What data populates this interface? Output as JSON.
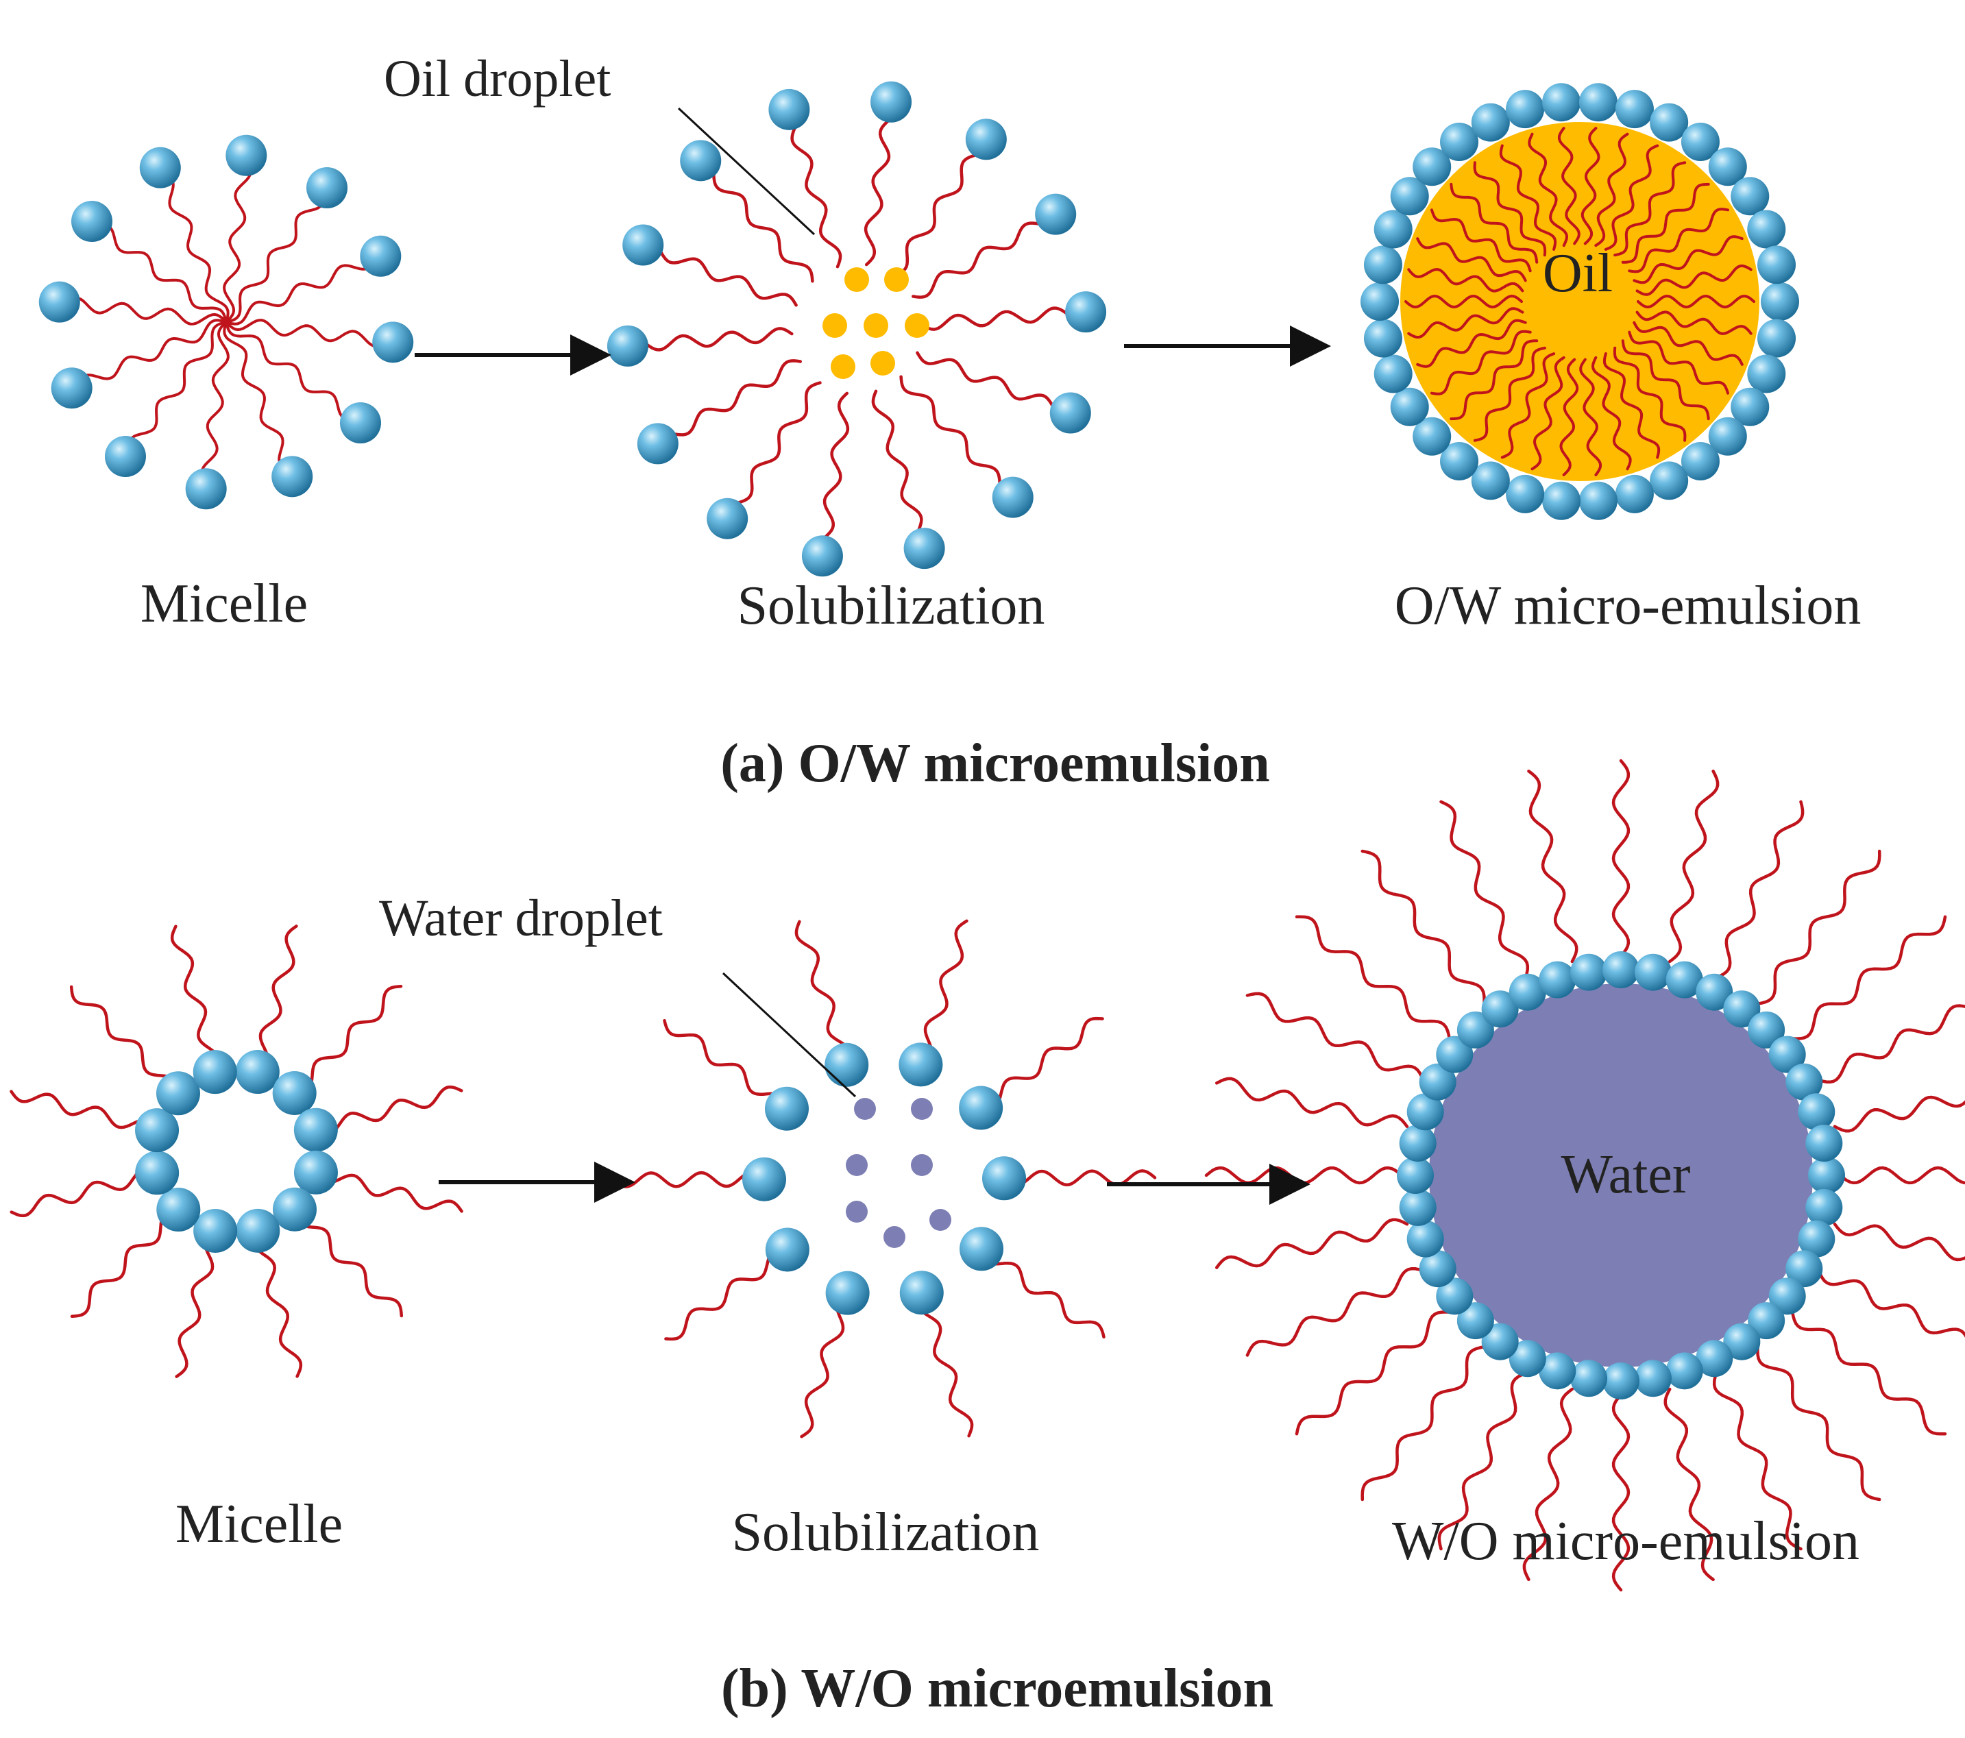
{
  "panel_a": {
    "caption": "(a) O/W microemulsion",
    "micelle_label": "Micelle",
    "solubilization_label": "Solubilization",
    "droplet_label": "Oil droplet",
    "emulsion_label": "O/W micro-emulsion",
    "core_label": "Oil"
  },
  "panel_b": {
    "caption": "(b) W/O microemulsion",
    "micelle_label": "Micelle",
    "solubilization_label": "Solubilization",
    "droplet_label": "Water droplet",
    "emulsion_label": "W/O micro-emulsion",
    "core_label": "Water"
  },
  "colors": {
    "head": "#4ea3d0",
    "head_light": "#bfe6f7",
    "head_dark": "#1f6f99",
    "tail": "#c0141c",
    "oil": "#ffbb00",
    "water": "#7d7fb4",
    "arrow": "#111111"
  }
}
